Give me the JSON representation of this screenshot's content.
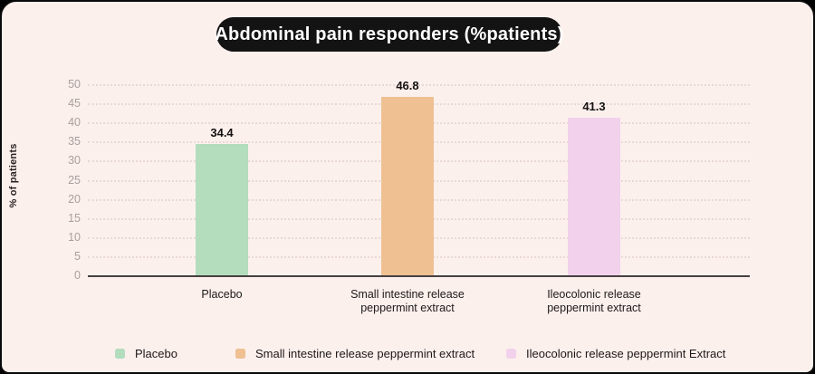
{
  "page": {
    "outer_background": "#000000",
    "card_background": "#fcf0ed",
    "border_color": "#0a0a0a"
  },
  "title": {
    "text": "Abdominal pain responders (%patients)",
    "background": "#131313",
    "text_color": "#ffffff"
  },
  "chart_data": {
    "type": "bar",
    "title": "Abdominal pain responders (%patients)",
    "xlabel": "",
    "ylabel": "% of patients",
    "ylim": [
      0,
      50
    ],
    "yticks": [
      0,
      5,
      10,
      15,
      20,
      25,
      30,
      35,
      40,
      45,
      50
    ],
    "grid": "horizontal-dotted",
    "legend_position": "bottom",
    "categories": [
      "Placebo",
      "Small intestine release peppermint extract",
      "Ileocolonic release peppermint extract"
    ],
    "categories_wrapped": [
      [
        "Placebo"
      ],
      [
        "Small intestine release",
        "peppermint extract"
      ],
      [
        "Ileocolonic release",
        "peppermint extract"
      ]
    ],
    "values": [
      34.4,
      46.8,
      41.3
    ],
    "value_labels": [
      "34.4",
      "46.8",
      "41.3"
    ],
    "bar_colors": [
      "#b3ddbd",
      "#eec092",
      "#f2d1ec"
    ]
  },
  "legend": {
    "items": [
      {
        "label": "Placebo",
        "color": "#b3ddbd"
      },
      {
        "label": "Small intestine release peppermint extract",
        "color": "#eec092"
      },
      {
        "label": "Ileocolonic release peppermint Extract",
        "color": "#f2d1ec"
      }
    ]
  }
}
